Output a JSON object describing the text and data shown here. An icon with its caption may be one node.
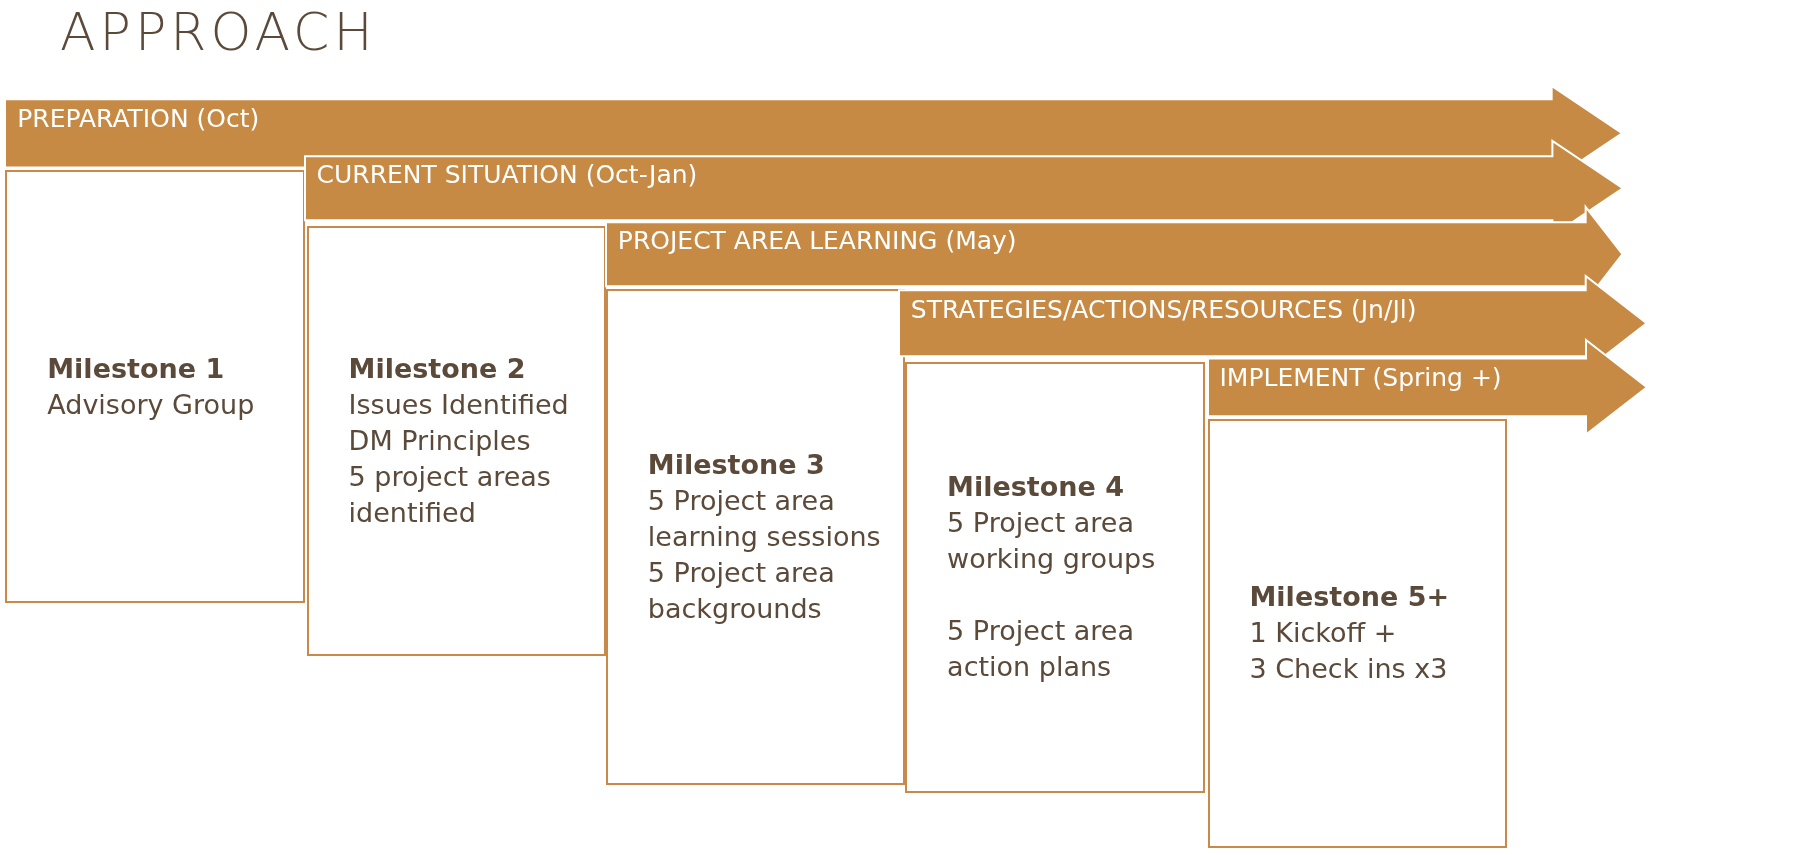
{
  "diagram": {
    "title": "APPROACH",
    "nodes": [
      {
        "text": [
          "PREPARATION (Oct)"
        ]
      },
      {
        "text": [
          "CURRENT SITUATION (Oct-Jan)"
        ]
      },
      {
        "text": [
          "PROJECT AREA LEARNING (May)"
        ]
      },
      {
        "text": [
          "STRATEGIES/ACTIONS/RESOURCES (Jn/Jl)"
        ]
      },
      {
        "text": [
          "IMPLEMENT (Spring +)"
        ]
      },
      {
        "text": [
          "Milestone 1",
          "Advisory Group"
        ]
      },
      {
        "text": [
          "Milestone 2",
          "Issues Identified",
          "DM Principles",
          "5 project areas identified"
        ]
      },
      {
        "text": [
          "Milestone 3",
          "5 Project area learning sessions",
          "5 Project area backgrounds"
        ]
      },
      {
        "text": [
          "Milestone 4",
          "5 Project area working groups",
          "5 Project area action plans"
        ]
      },
      {
        "text": [
          "Milestone 5+",
          "1 Kickoff +",
          "3 Check ins x3"
        ]
      }
    ]
  }
}
